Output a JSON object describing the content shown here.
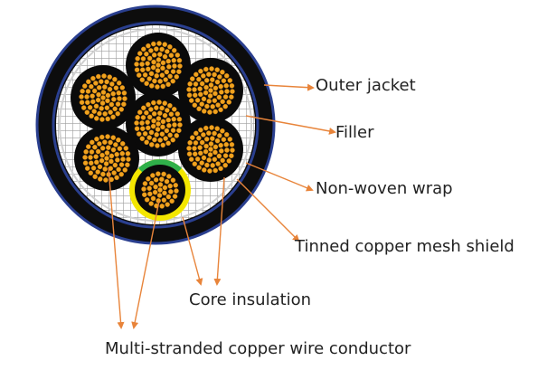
{
  "labels": {
    "outer_jacket": "Outer jacket",
    "filler": "Filler",
    "non_woven_wrap": "Non-woven wrap",
    "tinned_copper_mesh_shield": "Tinned copper mesh shield",
    "core_insulation": "Core insulation",
    "conductor": "Multi-stranded copper wire conductor"
  },
  "colors": {
    "jacket": "#0d0d0d",
    "wrap_ring": "#2a3f8f",
    "mesh": "#bdbdbd",
    "core_insulation": "#0a0a0a",
    "copper_strand": "#f0a21e",
    "ground_yellow": "#f3e600",
    "ground_green": "#2fb04a",
    "leader": "#e8843a",
    "text": "#222222"
  }
}
